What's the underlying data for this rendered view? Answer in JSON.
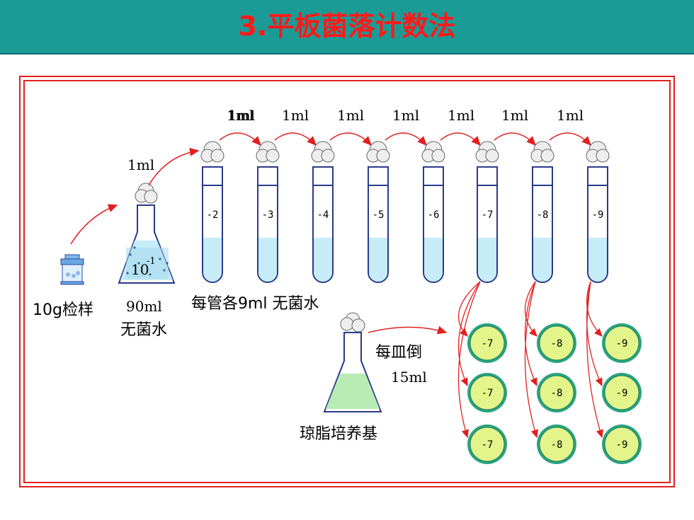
{
  "title": "3.平板菌落计数法",
  "transfer_volume": "1ml",
  "sample_label": "10g检样",
  "flask_volume": "90ml",
  "flask_volume_sub": "无菌水",
  "flask_dilution_base": "10",
  "flask_dilution_exp": "-1",
  "tube_caption": "每管各9ml 无菌水",
  "tube_dilutions": [
    "-2",
    "-3",
    "-4",
    "-5",
    "-6",
    "-7",
    "-8",
    "-9"
  ],
  "pour_label_line1": "每皿倒",
  "pour_label_line2": "15ml",
  "agar_label": "琼脂培养基",
  "plate_dilutions": [
    "-7",
    "-8",
    "-9"
  ],
  "colors": {
    "title_bg": "#1a9b96",
    "title_text": "#ff1a1a",
    "frame": "#e02020",
    "liquid": "#c6ecf7",
    "plate_fill": "#e3f58a",
    "plate_ring": "#2aa37f",
    "arrow": "#e02020",
    "agar": "#b8ecb4"
  }
}
